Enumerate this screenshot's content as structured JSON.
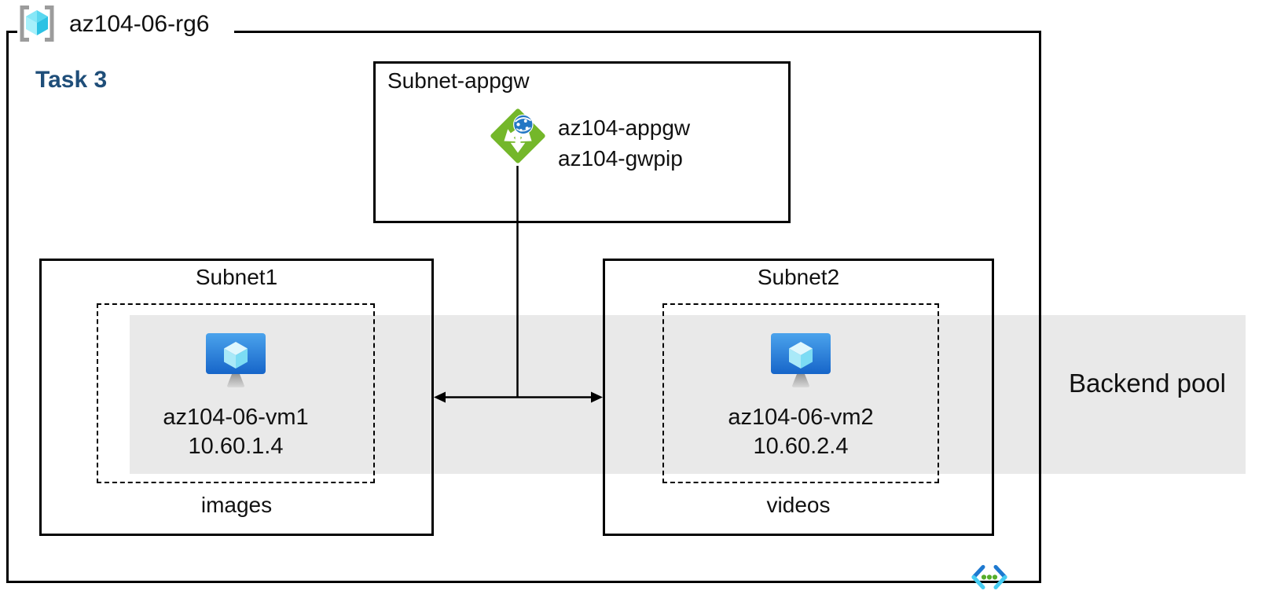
{
  "resource_group": {
    "name": "az104-06-rg6"
  },
  "task": {
    "label": "Task 3"
  },
  "appgw_subnet": {
    "label": "Subnet-appgw",
    "gateway_name": "az104-appgw",
    "gateway_pip": "az104-gwpip"
  },
  "subnet1": {
    "label": "Subnet1",
    "vm_name": "az104-06-vm1",
    "vm_ip": "10.60.1.4",
    "caption": "images"
  },
  "subnet2": {
    "label": "Subnet2",
    "vm_name": "az104-06-vm2",
    "vm_ip": "10.60.2.4",
    "caption": "videos"
  },
  "backend_pool": {
    "label": "Backend pool"
  },
  "icons": {
    "resource_group": "resource-group-icon",
    "application_gateway": "application-gateway-icon",
    "virtual_machine": "virtual-machine-icon",
    "virtual_network": "virtual-network-icon"
  },
  "colors": {
    "task_label": "#1f4e79",
    "backend_band": "#e9e9e9",
    "appgw_green": "#74b72a",
    "globe_blue": "#2377c4",
    "vm_screen_top": "#4ba3ec",
    "vm_screen_bottom": "#1665c9",
    "cube_top": "#dff7fd",
    "cube_left": "#a9e9f8",
    "cube_right": "#7cdcf4",
    "rg_cube_top": "#5ad7ef",
    "rg_cube_left": "#a7f0fb",
    "rg_cube_right": "#2cc2e4",
    "bracket_gray": "#9c9c9c",
    "vnet_dark_blue": "#1e79d0",
    "vnet_light_cyan": "#45ccf2",
    "vnet_dot_green": "#56ae2b",
    "line": "#000000",
    "text": "#111111"
  }
}
